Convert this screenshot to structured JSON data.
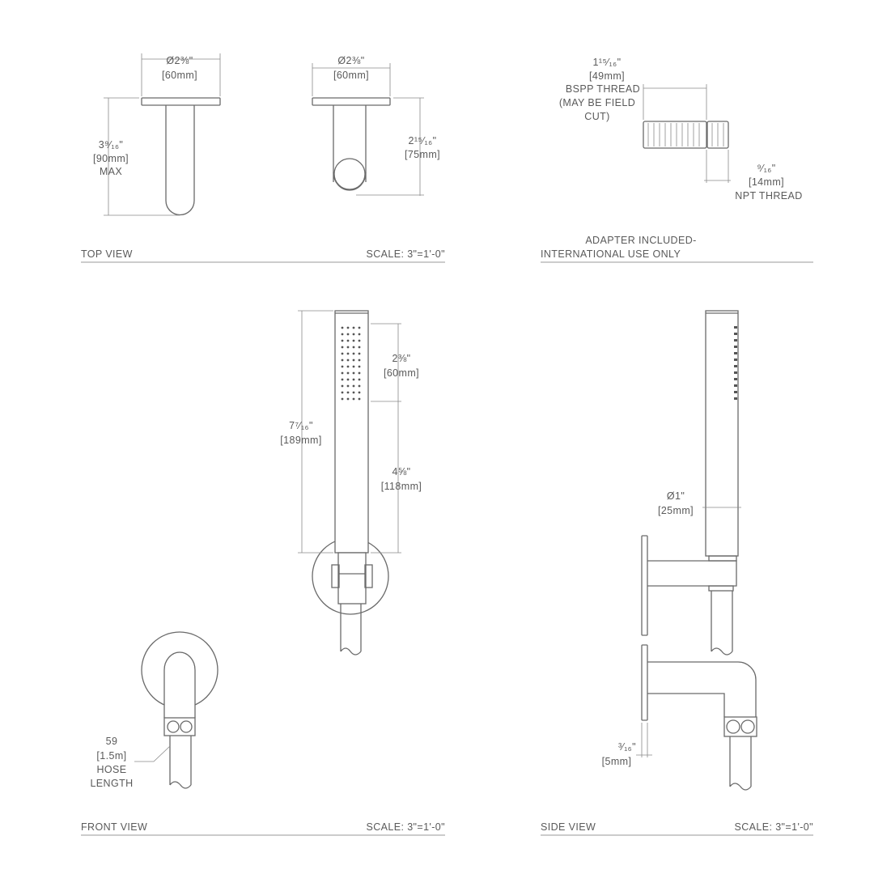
{
  "top_view": {
    "title": "TOP VIEW",
    "scale": "SCALE: 3\"=1'-0\"",
    "left": {
      "dia_in": "Ø2⅜\"",
      "dia_mm": "[60mm]",
      "depth_in": "3⁹⁄₁₆\"",
      "depth_mm": "[90mm]",
      "depth_note": "MAX"
    },
    "right": {
      "dia_in": "Ø2⅜\"",
      "dia_mm": "[60mm]",
      "depth_in": "2¹⁵⁄₁₆\"",
      "depth_mm": "[75mm]"
    }
  },
  "adapter": {
    "bspp_in": "1¹⁵⁄₁₆\"",
    "bspp_mm": "[49mm]",
    "bspp_label": "BSPP THREAD",
    "bspp_note1": "(MAY BE FIELD",
    "bspp_note2": "CUT)",
    "npt_in": "⁹⁄₁₆\"",
    "npt_mm": "[14mm]",
    "npt_label": "NPT THREAD",
    "caption1": "ADAPTER INCLUDED-",
    "caption2": "INTERNATIONAL USE ONLY"
  },
  "front_view": {
    "title": "FRONT VIEW",
    "scale": "SCALE: 3\"=1'-0\"",
    "overall_in": "7⁷⁄₁₆\"",
    "overall_mm": "[189mm]",
    "spray_in": "2⅜\"",
    "spray_mm": "[60mm]",
    "handle_in": "4⅝\"",
    "handle_mm": "[118mm]",
    "hose_len": "59",
    "hose_len_m": "[1.5m]",
    "hose_label1": "HOSE",
    "hose_label2": "LENGTH"
  },
  "side_view": {
    "title": "SIDE VIEW",
    "scale": "SCALE: 3\"=1'-0\"",
    "dia_in": "Ø1\"",
    "dia_mm": "[25mm]",
    "flange_in": "³⁄₁₆\"",
    "flange_mm": "[5mm]"
  }
}
